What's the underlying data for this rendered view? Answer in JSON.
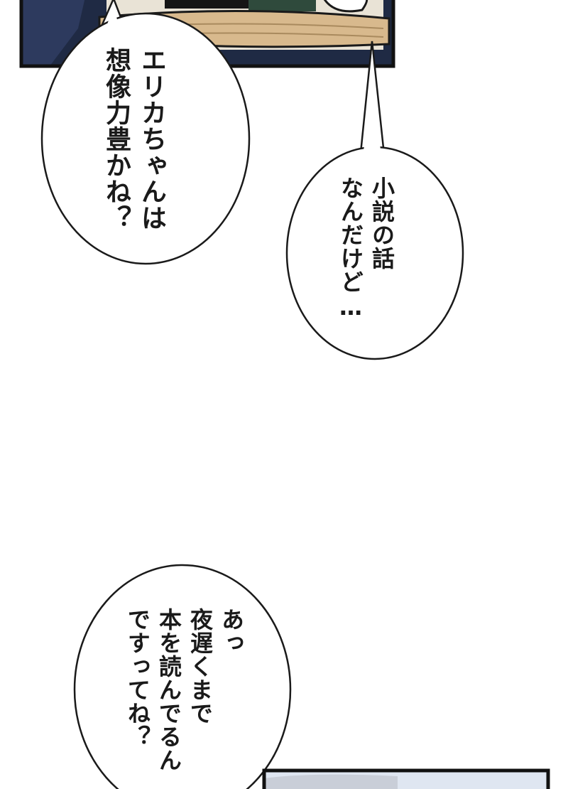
{
  "bubbles": [
    {
      "lines": [
        "エリカちゃんは",
        "想像力豊かね？"
      ]
    },
    {
      "lines": [
        "小説の話",
        "なんだけど…"
      ]
    },
    {
      "lines": [
        "あっ",
        "夜遅くまで",
        "本を読んでるん",
        "ですってね？"
      ]
    }
  ]
}
